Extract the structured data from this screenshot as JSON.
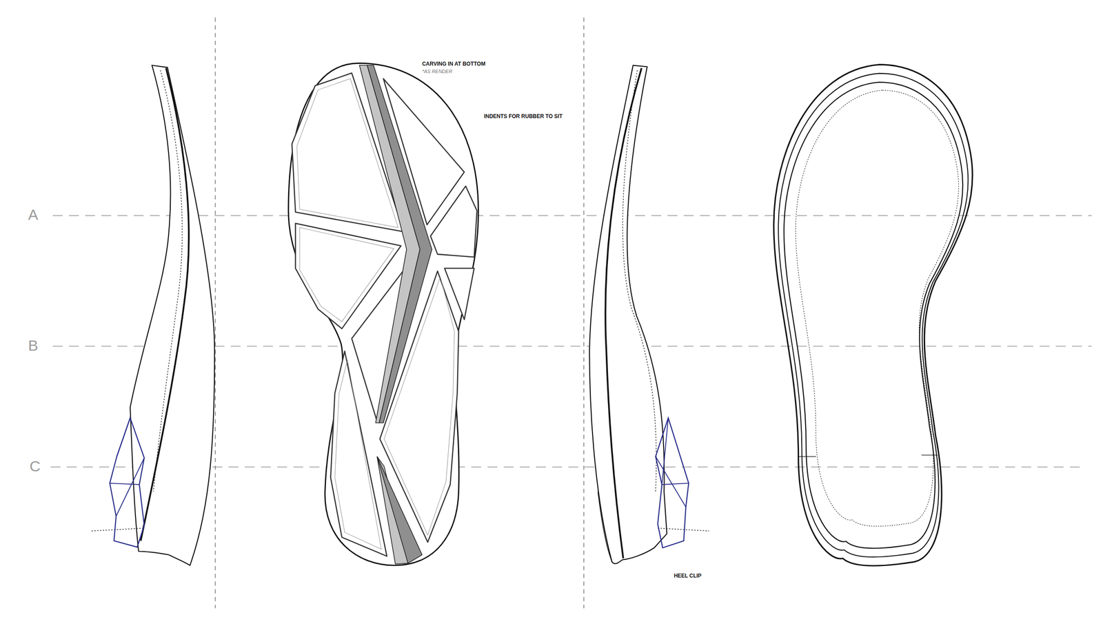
{
  "diagram": {
    "labels": [
      "A",
      "B",
      "C",
      "CARVING IN AT BOTTOM",
      "*AS RENDER",
      "INDENTS FOR RUBBER TO SIT",
      "HEEL CLIP"
    ]
  }
}
